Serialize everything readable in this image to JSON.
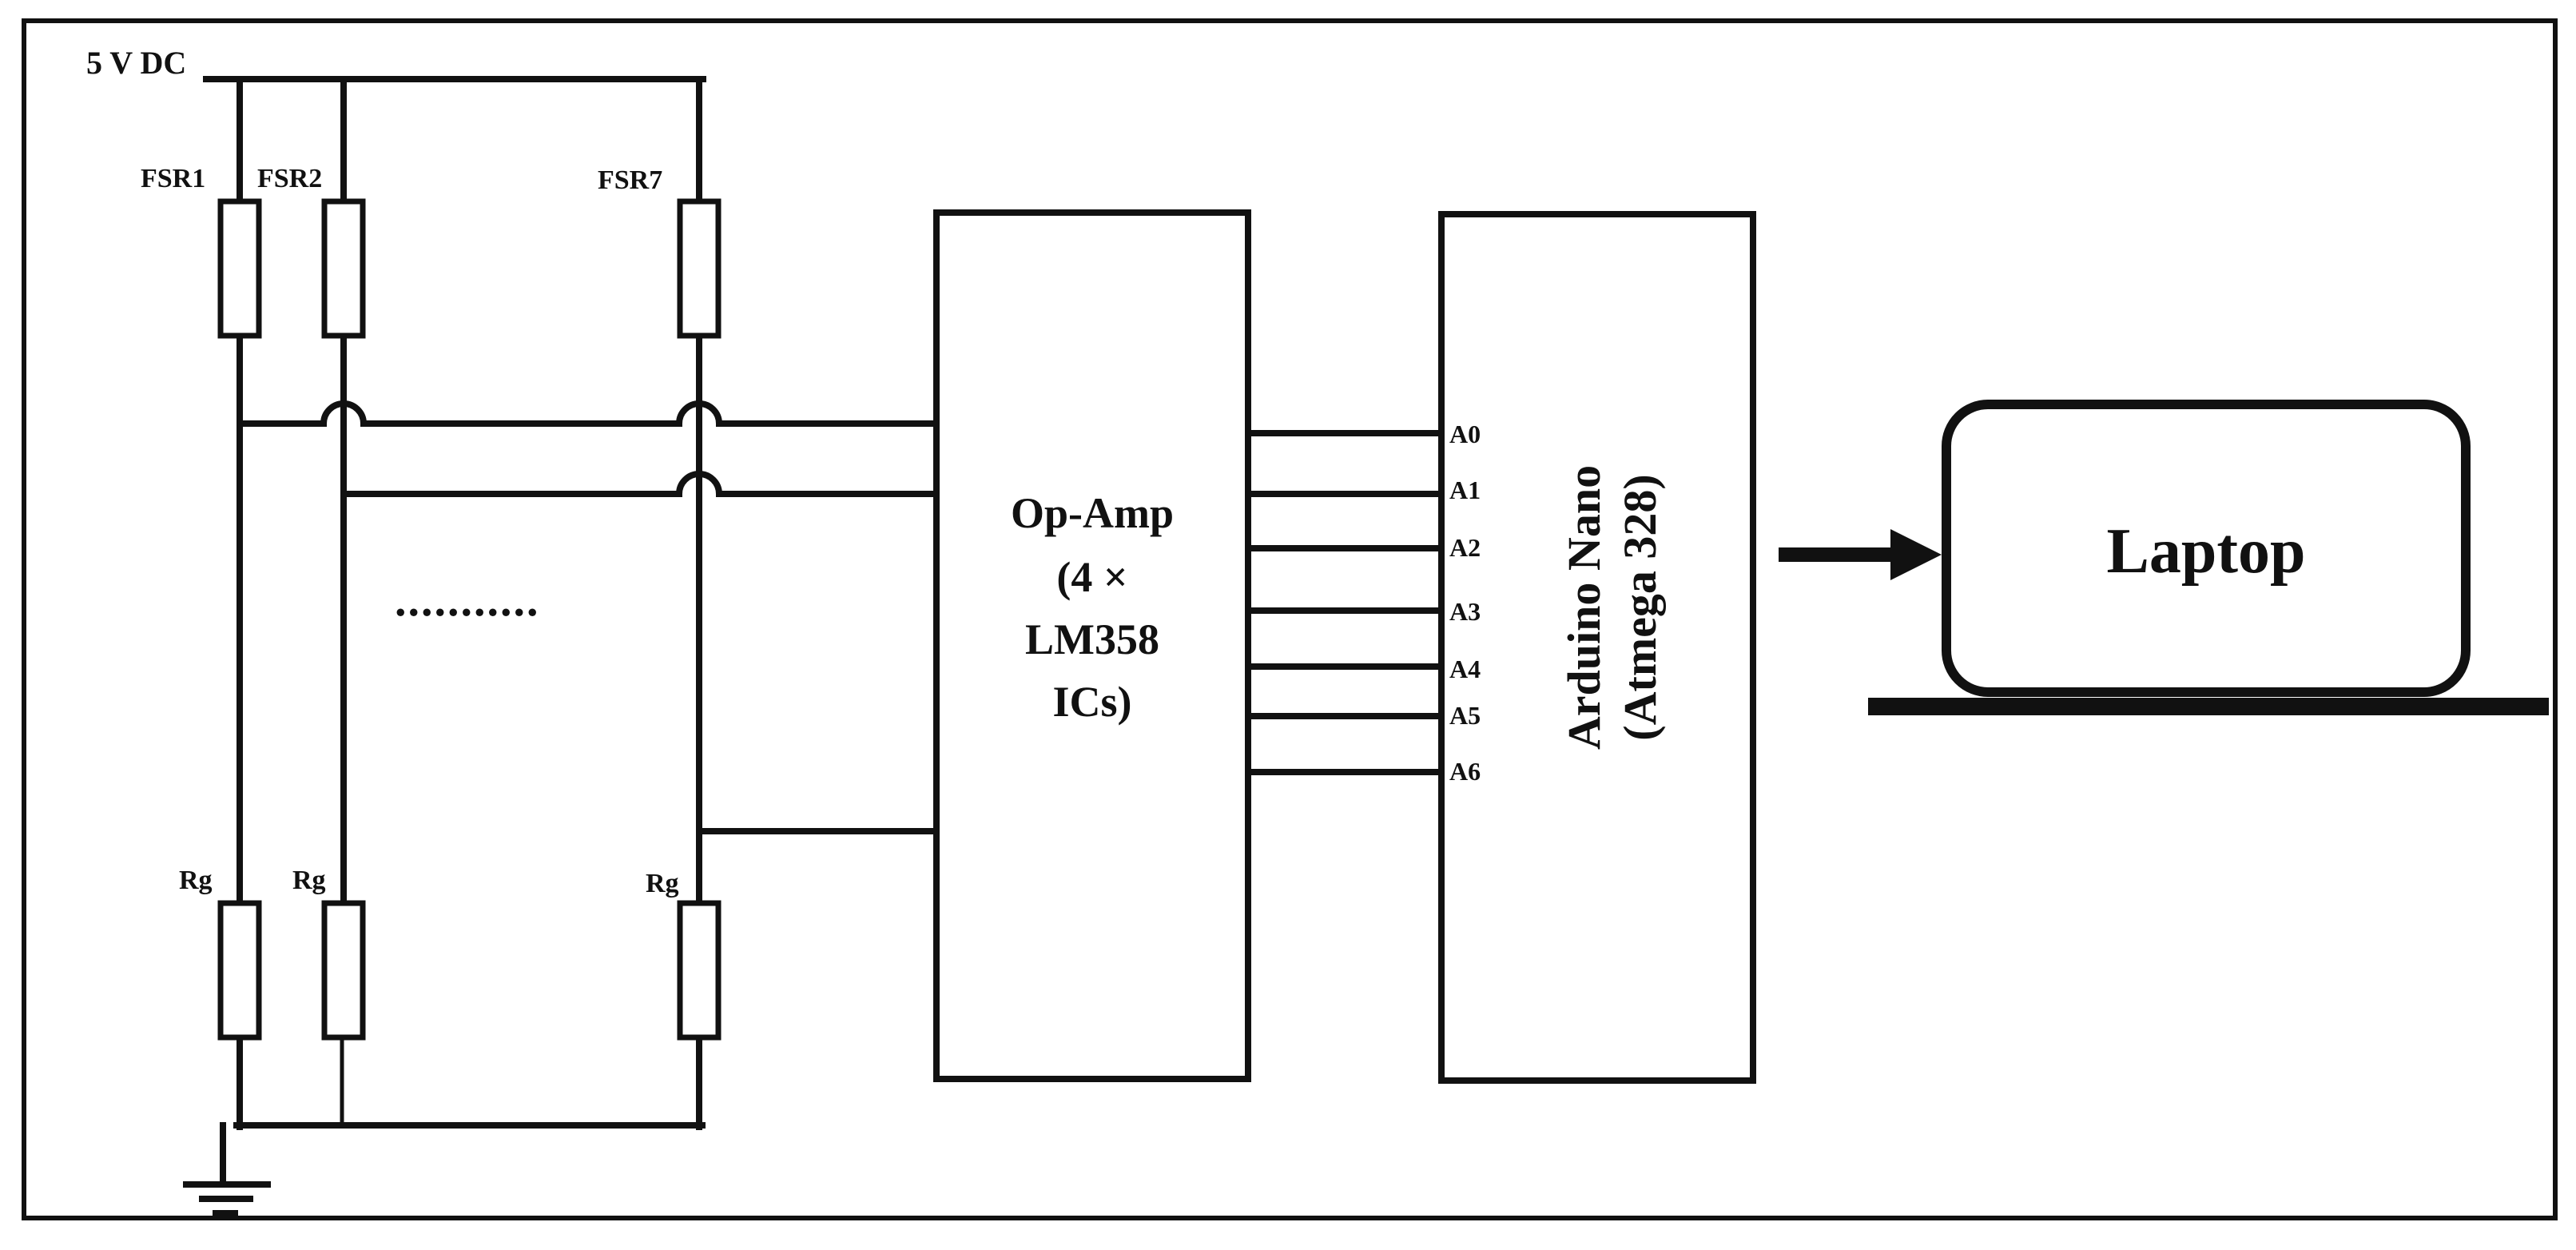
{
  "supply_label": "5 V DC",
  "sensors": [
    {
      "fsr_label": "FSR1",
      "rg_label": "Rg"
    },
    {
      "fsr_label": "FSR2",
      "rg_label": "Rg"
    },
    {
      "fsr_label": "FSR7",
      "rg_label": "Rg"
    }
  ],
  "ellipsis": "...........",
  "opamp": {
    "line1": "Op-Amp",
    "line2": "(4 ×",
    "line3": "LM358",
    "line4": "ICs)"
  },
  "arduino": {
    "line1": "Arduino Nano",
    "line2": "(Atmega 328)",
    "pins": [
      "A0",
      "A1",
      "A2",
      "A3",
      "A4",
      "A5",
      "A6"
    ]
  },
  "laptop_label": "Laptop"
}
